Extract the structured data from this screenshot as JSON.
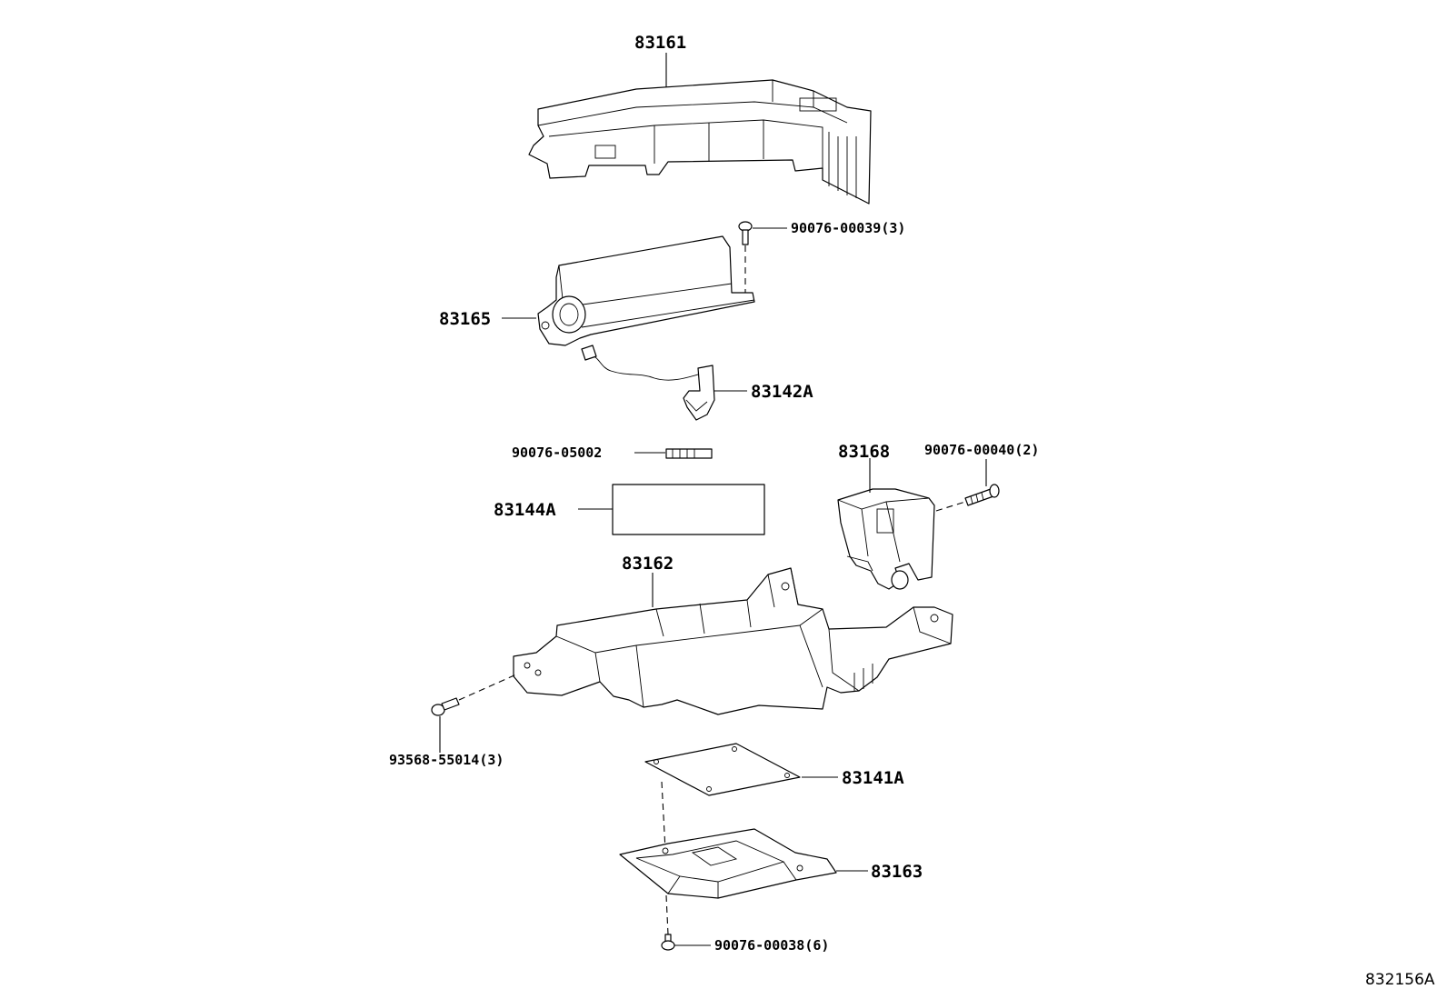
{
  "labels": {
    "p83161": "83161",
    "p90076_00039": "90076-00039(3)",
    "p83165": "83165",
    "p83142A": "83142A",
    "p90076_05002": "90076-05002",
    "p83168": "83168",
    "p90076_00040": "90076-00040(2)",
    "p83144A": "83144A",
    "p83162": "83162",
    "p93568_55014": "93568-55014(3)",
    "p83141A": "83141A",
    "p83163": "83163",
    "p90076_00038": "90076-00038(6)"
  },
  "reference_code": "832156A"
}
